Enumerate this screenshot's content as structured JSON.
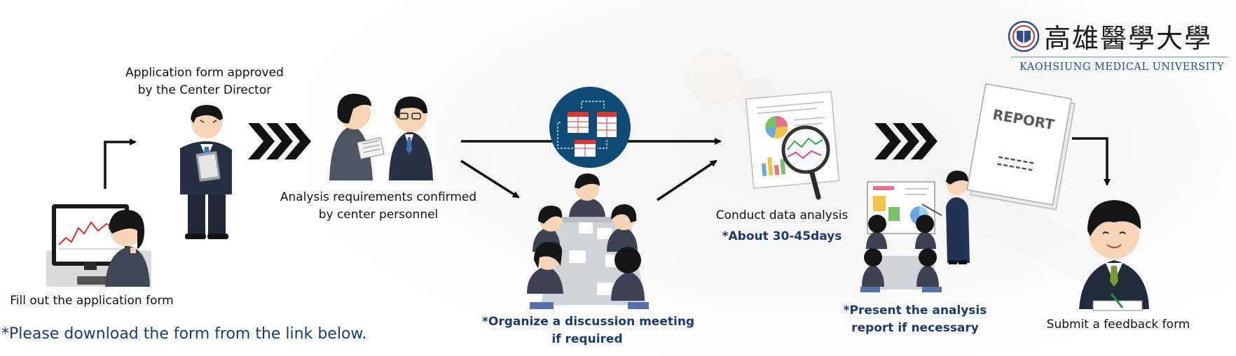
{
  "logo": {
    "chinese_name": "高雄醫學大學",
    "english_name": "KAOHSIUNG MEDICAL UNIVERSITY"
  },
  "steps": {
    "fill_form": "Fill out the application form",
    "download_note": "*Please download the form from the link below.",
    "approved_line1": "Application form approved",
    "approved_line2": "by the Center Director",
    "requirements_line1": "Analysis requirements confirmed",
    "requirements_line2": "by center personnel",
    "meeting_line1": "*Organize a discussion meeting",
    "meeting_line2": "if required",
    "analysis": "Conduct data analysis",
    "analysis_duration": "*About 30-45days",
    "present_line1": "*Present the analysis",
    "present_line2": "report if necessary",
    "feedback": "Submit a feedback form"
  },
  "report_stamp": "REPORT",
  "colors": {
    "note_text": "#1f3a68",
    "data_circle": "#0f4c75",
    "arrow": "#111111"
  }
}
